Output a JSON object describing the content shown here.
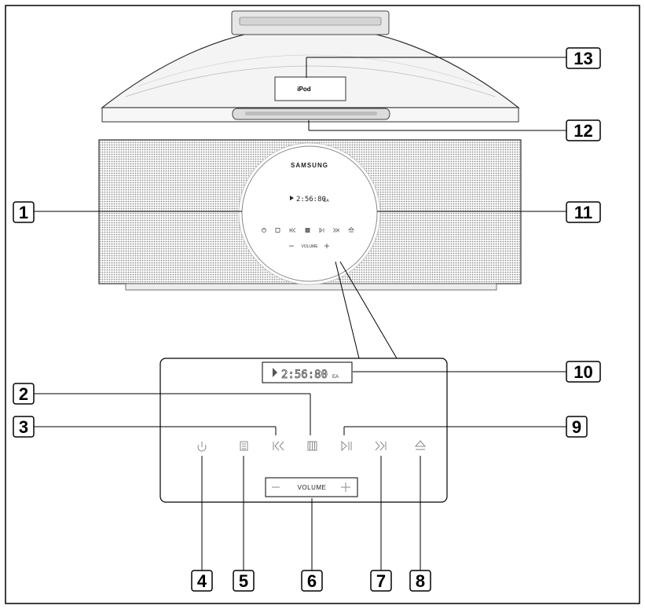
{
  "dock": {
    "ipod_label": "iPod"
  },
  "front_panel": {
    "brand": "SAMSUNG",
    "display": "2:56:80",
    "display_suffix": "EA",
    "volume_label": "VOLUME"
  },
  "detail_panel": {
    "display": "2:56:80",
    "display_suffix": "EA",
    "volume_label": "VOLUME"
  },
  "icons": {
    "power": "power-icon",
    "function": "function-icon",
    "previous": "skip-previous-icon",
    "stop": "stop-icon",
    "play_pause": "play-pause-icon",
    "next": "skip-next-icon",
    "open_close": "eject-icon",
    "volume_down": "minus-icon",
    "volume_up": "plus-icon"
  },
  "callouts": {
    "c1": "1",
    "c2": "2",
    "c3": "3",
    "c4": "4",
    "c5": "5",
    "c6": "6",
    "c7": "7",
    "c8": "8",
    "c9": "9",
    "c10": "10",
    "c11": "11",
    "c12": "12",
    "c13": "13"
  }
}
